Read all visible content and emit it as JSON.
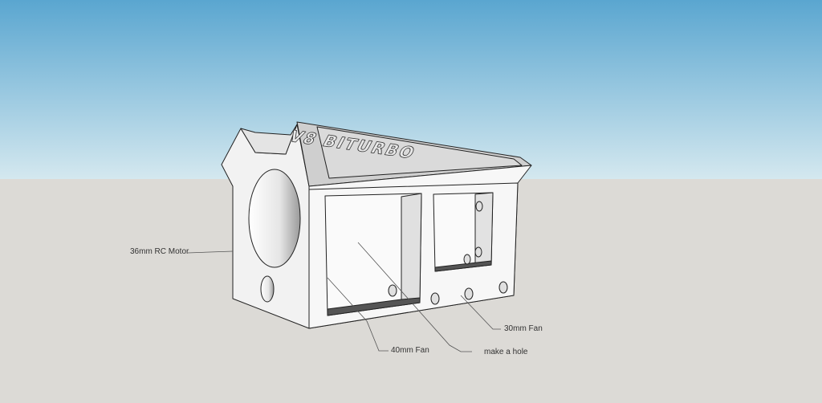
{
  "model": {
    "logo_text": "V8 BITURBO",
    "colors": {
      "sky_top": "#5aa6d0",
      "sky_horizon": "#d4e8ef",
      "ground": "#dcdad6",
      "face_light": "#f2f2f2",
      "face_shade": "#e2e2e2",
      "recess_floor": "#555555"
    }
  },
  "annotations": {
    "motor": "36mm RC Motor",
    "fan40": "40mm Fan",
    "hole": "make a hole",
    "fan30": "30mm Fan"
  }
}
